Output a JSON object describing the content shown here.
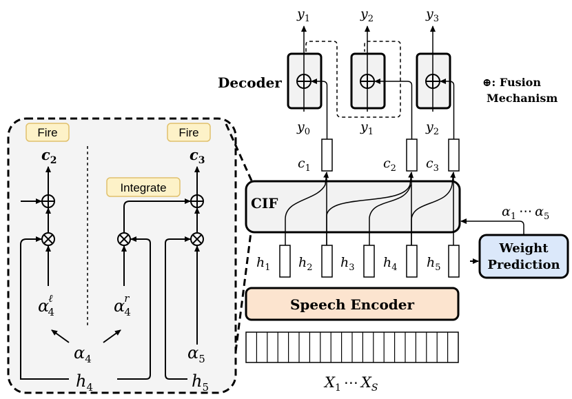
{
  "decoder": {
    "label": "Decoder",
    "outputs": [
      "y",
      "y",
      "y"
    ],
    "output_subs": [
      "1",
      "2",
      "3"
    ],
    "inputs": [
      "y",
      "y",
      "y"
    ],
    "input_subs": [
      "0",
      "1",
      "2"
    ],
    "fusion_symbol": "⊕"
  },
  "fusion_legend": {
    "line1": "⊕: Fusion",
    "line2": "Mechanism"
  },
  "cif": {
    "label": "CIF",
    "outputs": [
      "c",
      "c",
      "c"
    ],
    "output_subs": [
      "1",
      "2",
      "3"
    ]
  },
  "alphas_label": {
    "a1": "α",
    "a1_sub": "1",
    "dots": "⋯",
    "a5": "α",
    "a5_sub": "5"
  },
  "weight_prediction": {
    "line1": "Weight",
    "line2": "Prediction"
  },
  "hidden_states": {
    "symbols": [
      "h",
      "h",
      "h",
      "h",
      "h"
    ],
    "subs": [
      "1",
      "2",
      "3",
      "4",
      "5"
    ]
  },
  "speech_encoder": {
    "label": "Speech Encoder"
  },
  "input_frames": {
    "x1": "X",
    "x1_sub": "1",
    "dots": "⋯",
    "xs": "X",
    "xs_sub": "S"
  },
  "detail": {
    "fire_left": "Fire",
    "fire_right": "Fire",
    "integrate": "Integrate",
    "c_left": "c",
    "c_left_sub": "2",
    "c_right": "c",
    "c_right_sub": "3",
    "alpha_l": "α",
    "alpha_l_sub": "4",
    "alpha_l_sup": "ℓ",
    "alpha_r": "α",
    "alpha_r_sub": "4",
    "alpha_r_sup": "r",
    "alpha4": "α",
    "alpha4_sub": "4",
    "alpha5": "α",
    "alpha5_sub": "5",
    "h4": "h",
    "h4_sub": "4",
    "h5": "h",
    "h5_sub": "5",
    "plus_symbol": "⊕",
    "times_symbol": "⊗"
  },
  "colors": {
    "box_fill": "#f2f2f2",
    "encoder_fill": "#fce4cf",
    "encoder_stroke": "#d9a27a",
    "weight_fill": "#dbe8fa",
    "label_fill": "#fdf2c8",
    "label_stroke": "#e0c06c",
    "detail_fill": "#f4f4f4"
  }
}
